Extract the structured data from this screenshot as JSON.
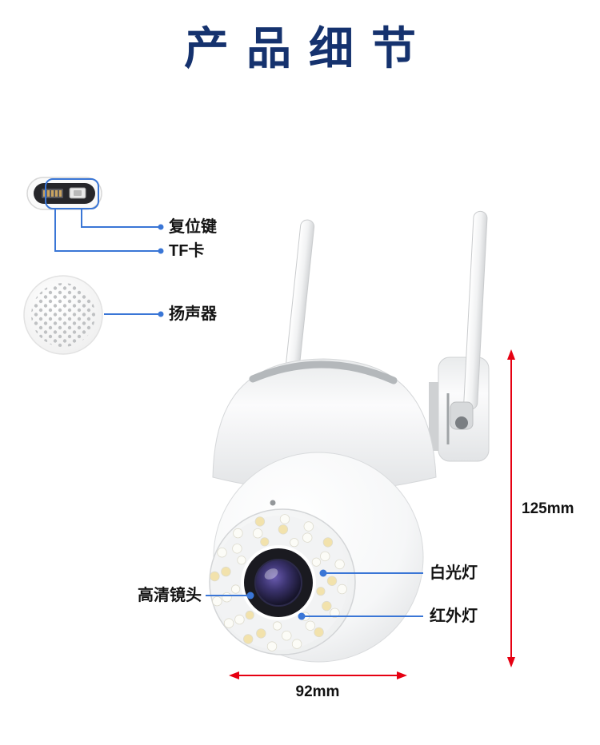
{
  "title": "产品细节",
  "labels": {
    "reset": "复位键",
    "tf_card": "TF卡",
    "speaker": "扬声器",
    "white_light": "白光灯",
    "hd_lens": "高清镜头",
    "ir_light": "红外灯"
  },
  "dimensions": {
    "height": "125mm",
    "width": "92mm"
  },
  "illustrations": {
    "port": "reset-button-and-tf-card-slot",
    "speaker": "speaker-grille",
    "camera": "ptz-wifi-security-camera-with-two-antennas"
  },
  "colors": {
    "title_text": "#15326e",
    "callout_line": "#3a76d6",
    "dimension_line": "#e60012",
    "label_text": "#141414",
    "background": "#ffffff"
  }
}
